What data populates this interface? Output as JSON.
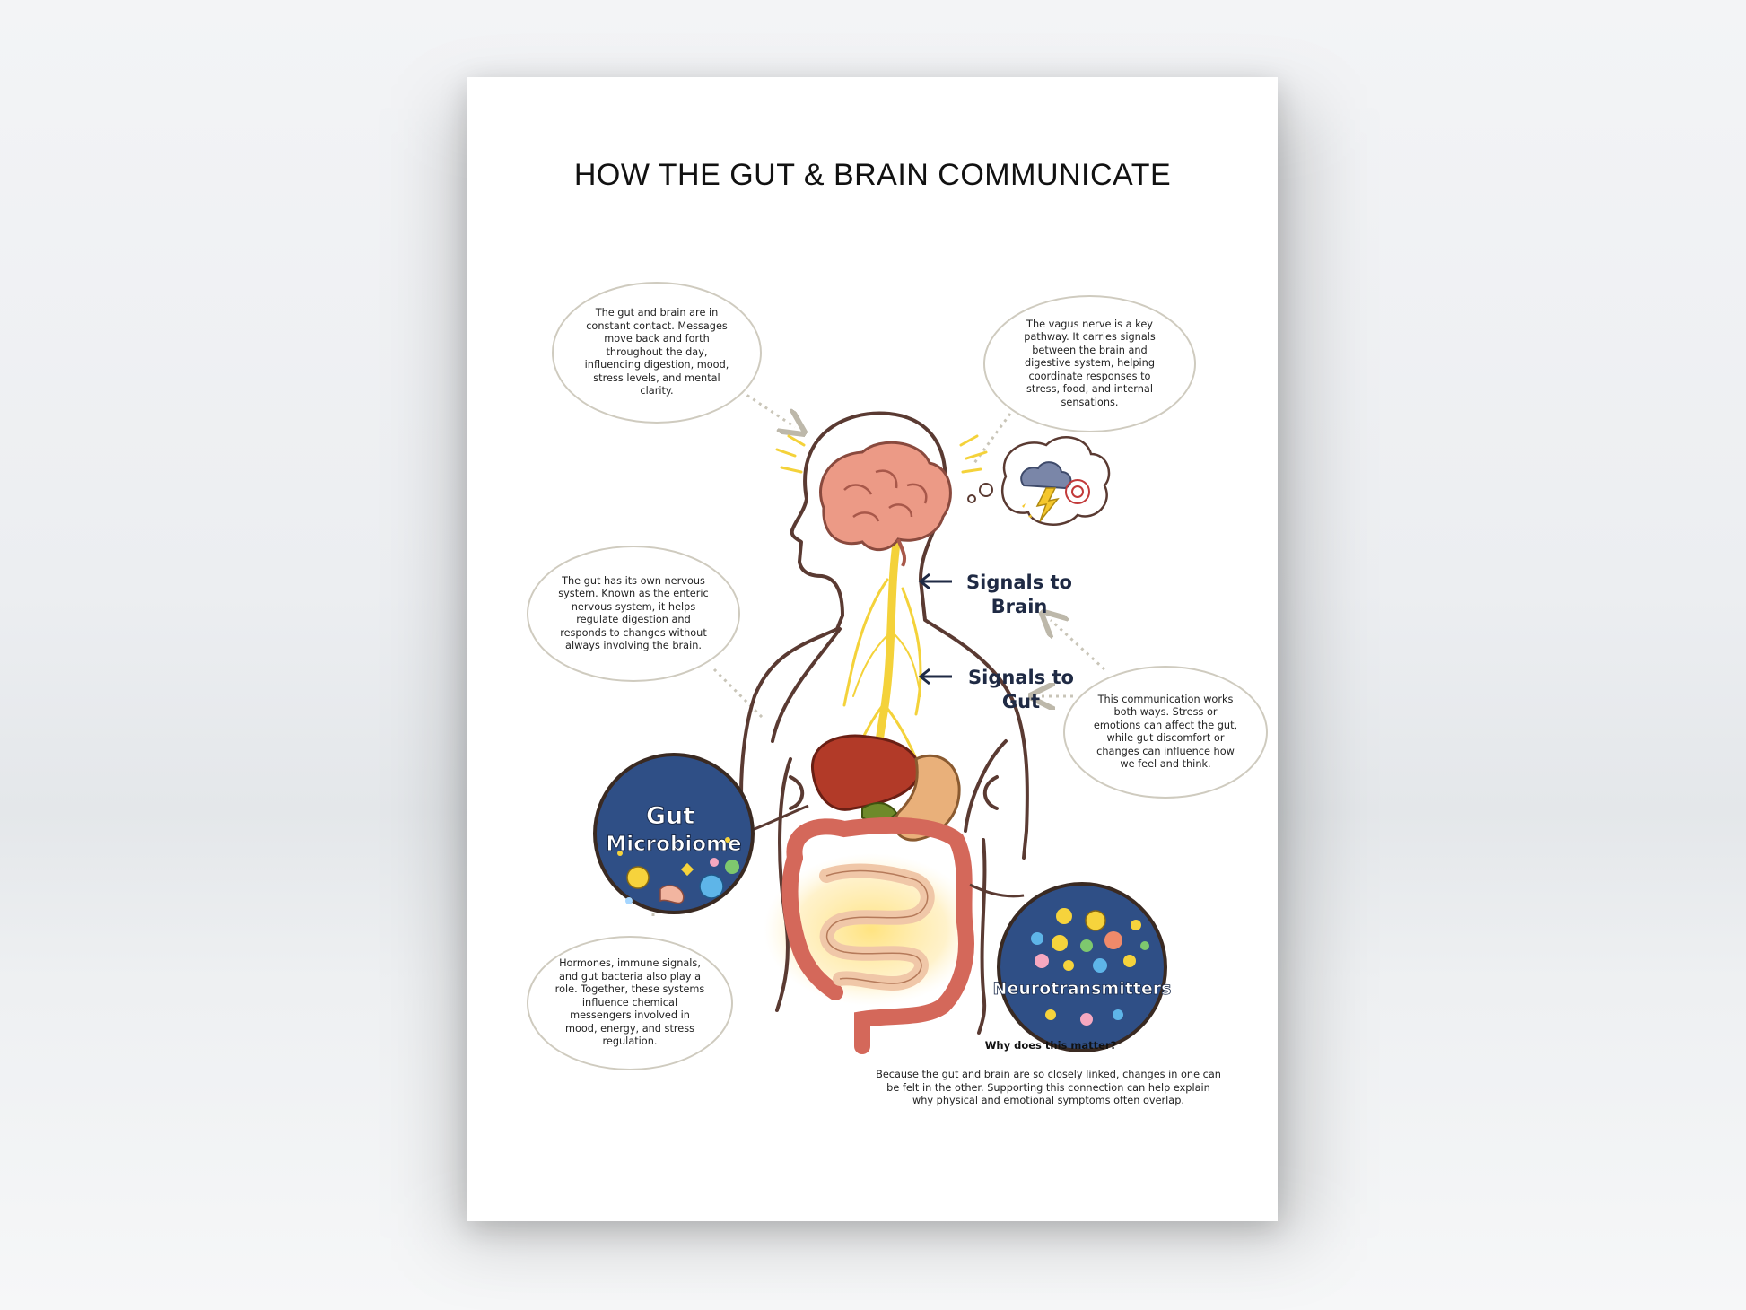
{
  "title": "HOW THE GUT & BRAIN COMMUNICATE",
  "bubbles": {
    "top_left": "The gut and brain are in constant contact. Messages move back and forth throughout the day, influencing digestion, mood, stress levels, and mental clarity.",
    "top_right": "The vagus nerve is a key pathway. It carries signals between the brain and digestive system, helping coordinate responses to stress, food, and internal sensations.",
    "mid_left": "The gut has its own nervous system. Known as the enteric nervous system, it helps regulate digestion and responds to changes without always involving the brain.",
    "mid_right": "This communication works both ways. Stress or emotions can affect the gut, while gut discomfort or changes can influence how we feel and think.",
    "bottom_left": "Hormones, immune signals, and gut bacteria also play a role. Together, these systems influence chemical messengers involved in mood, energy, and stress regulation."
  },
  "labels": {
    "signals_brain_1": "Signals to",
    "signals_brain_2": "Brain",
    "signals_gut_1": "Signals to",
    "signals_gut_2": "Gut",
    "microbiome_1": "Gut",
    "microbiome_2": "Microbiome",
    "neurotransmitters": "Neurotransmitters"
  },
  "bottom": {
    "heading": "Why does this matter?",
    "body": "Because the gut and brain are so closely linked, changes in one can be felt in the other. Supporting this connection can help explain why physical and emotional symptoms often overlap."
  },
  "colors": {
    "outline": "#5a3a32",
    "nerve": "#f4d23a",
    "brain": "#ec9a86",
    "badge_bg": "#2f4f86",
    "dotted": "#c9c5b8",
    "arrow_text": "#1f2a44"
  },
  "icons": [
    "brain-icon",
    "storm-cloud-icon",
    "lightning-icon",
    "spiral-icon",
    "liver-icon",
    "stomach-icon",
    "intestine-icon",
    "microbe-icon"
  ]
}
